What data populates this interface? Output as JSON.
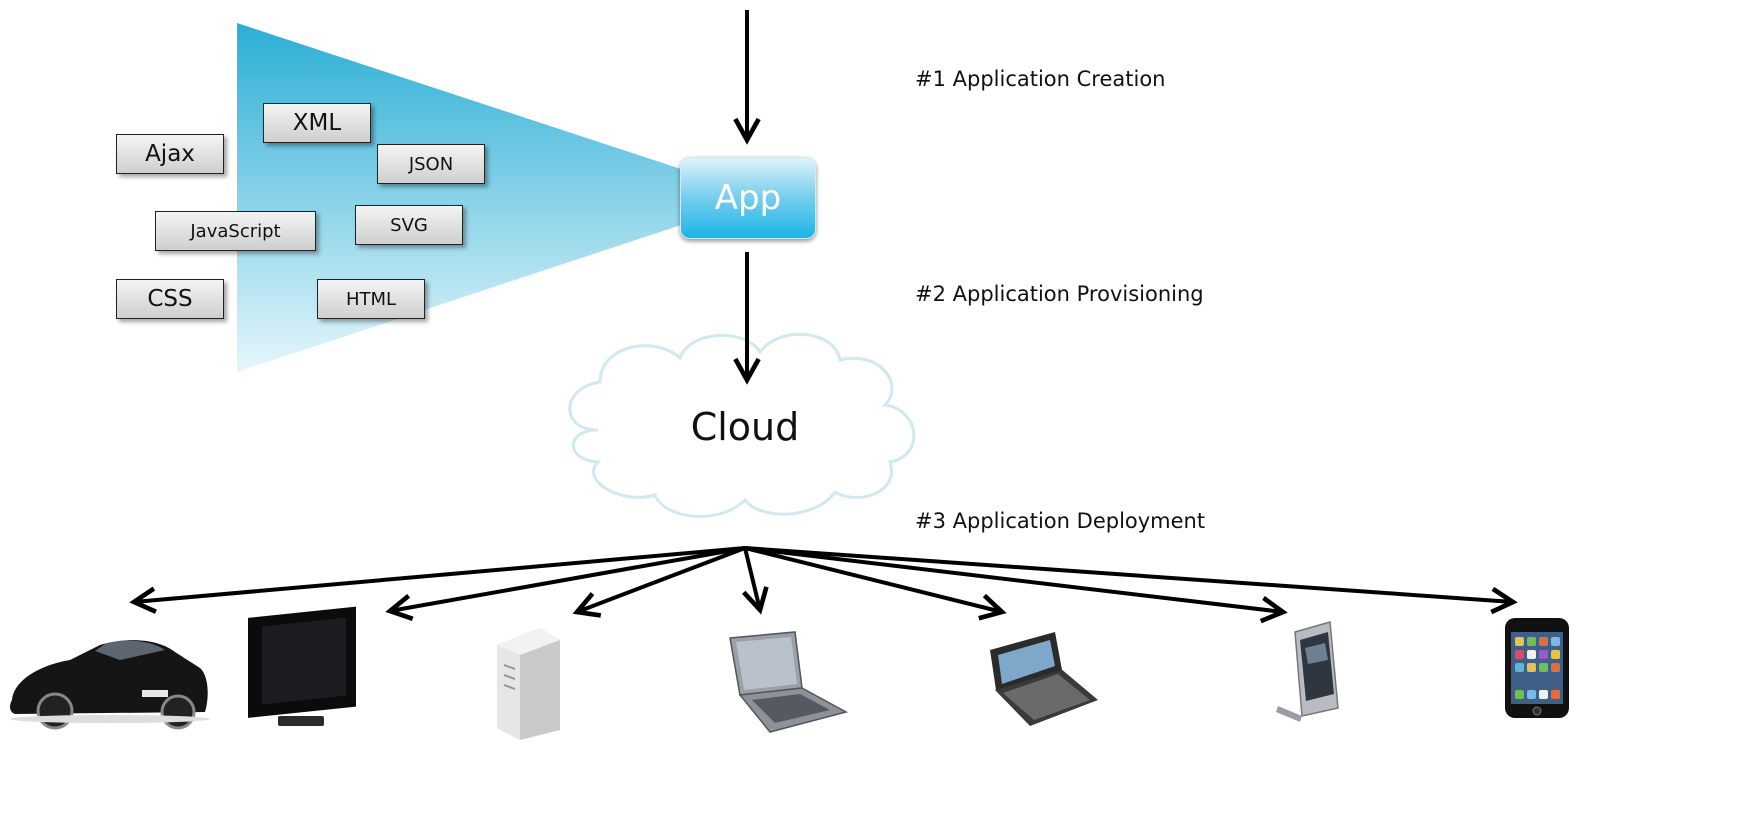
{
  "technologies": [
    {
      "label": "XML"
    },
    {
      "label": "Ajax"
    },
    {
      "label": "JSON"
    },
    {
      "label": "JavaScript"
    },
    {
      "label": "SVG"
    },
    {
      "label": "CSS"
    },
    {
      "label": "HTML"
    }
  ],
  "app": {
    "label": "App"
  },
  "cloud": {
    "label": "Cloud"
  },
  "steps": [
    {
      "label": "#1 Application Creation"
    },
    {
      "label": "#2 Application Provisioning"
    },
    {
      "label": "#3 Application Deployment"
    }
  ],
  "devices": [
    {
      "icon": "car-icon"
    },
    {
      "icon": "tv-icon"
    },
    {
      "icon": "server-icon"
    },
    {
      "icon": "laptop-icon"
    },
    {
      "icon": "netbook-icon"
    },
    {
      "icon": "smartphone-icon"
    },
    {
      "icon": "iphone-icon"
    }
  ],
  "colors": {
    "funnel": "#2fb0d6",
    "app": "#1ab4e8",
    "cloud_outline": "#cfe9ef"
  }
}
